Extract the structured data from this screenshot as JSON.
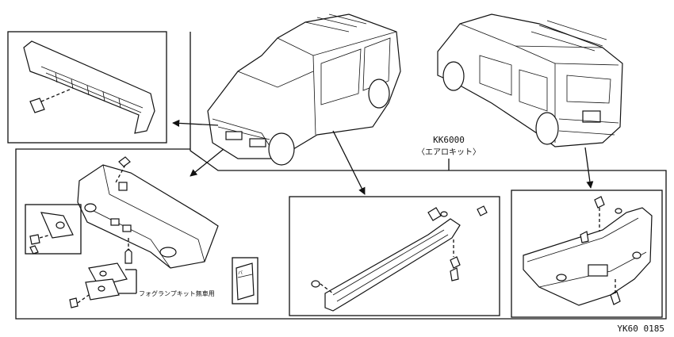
{
  "diagram": {
    "kit_code": "KK6000",
    "kit_name": "〈エアロキット〉",
    "fog_note": "フォグランプキット無車用",
    "figure_id": "YK60 0185",
    "nameplate_text": "バ"
  }
}
